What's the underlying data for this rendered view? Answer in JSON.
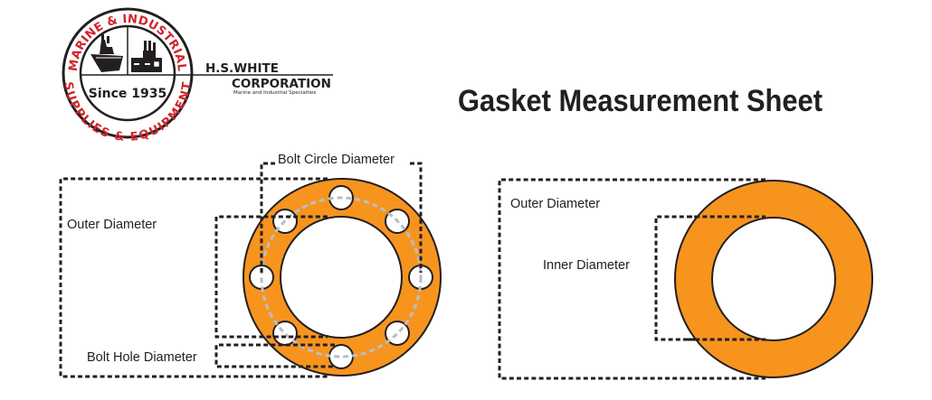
{
  "logo": {
    "arc_top": "MARINE & INDUSTRIAL",
    "arc_bottom": "SUPPLIES & EQUIPMENT",
    "since": "Since 1935",
    "company_line1": "H.S.WHITE",
    "company_line2": "CORPORATION",
    "tagline": "Marine and Industrial Specialties",
    "icons": [
      "ship-icon",
      "factory-icon"
    ],
    "colors": {
      "red": "#d2232a",
      "black": "#231f20"
    }
  },
  "title": "Gasket Measurement Sheet",
  "colors": {
    "gasket_fill": "#f7941e",
    "outline": "#231f20",
    "bolt_circle": "#bdbdbd",
    "dashed_box": "#231f20"
  },
  "diagrams": [
    {
      "type": "bolted-flange-gasket",
      "bolt_hole_count": 8,
      "labels": {
        "bolt_circle": "Bolt Circle Diameter",
        "outer": "Outer Diameter",
        "bolt_hole": "Bolt Hole Diameter"
      }
    },
    {
      "type": "ring-gasket",
      "labels": {
        "outer": "Outer Diameter",
        "inner": "Inner Diameter"
      }
    }
  ]
}
